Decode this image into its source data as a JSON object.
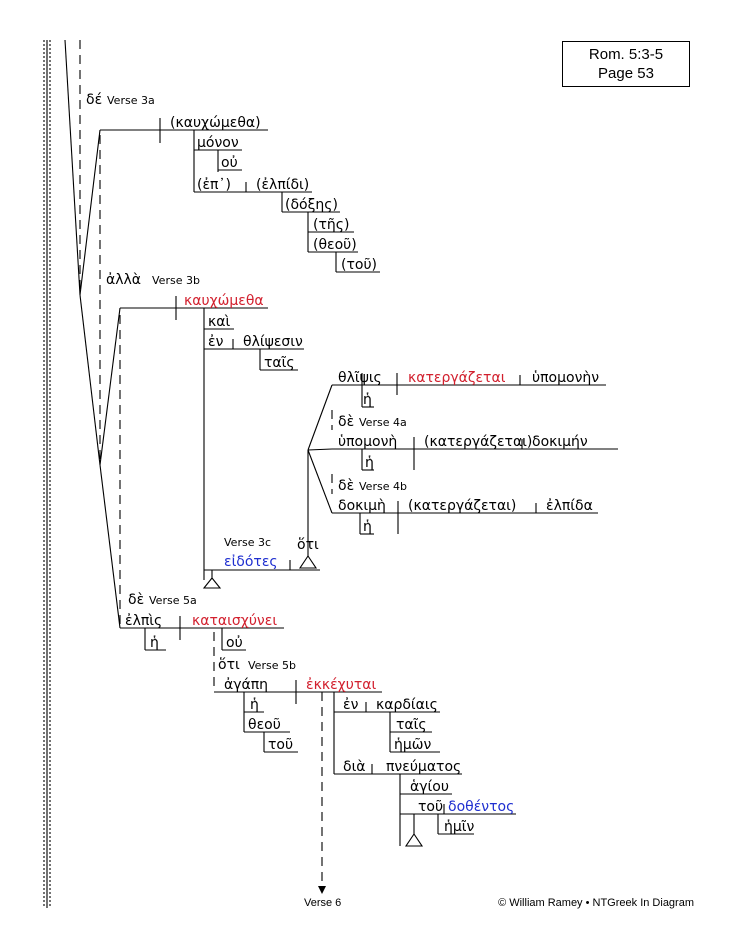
{
  "reference": {
    "passage": "Rom. 5:3-5",
    "page": "Page 53"
  },
  "footer": {
    "copyright": "© William Ramey • NTGreek In Diagram",
    "next_verse": "Verse 6"
  },
  "verses": {
    "v3a": {
      "conj": "δέ",
      "label": "Verse 3a"
    },
    "v3b": {
      "conj": "ἀλλὰ",
      "label": "Verse 3b"
    },
    "v3c": {
      "label": "Verse 3c",
      "conj": "ὅτι"
    },
    "v4a": {
      "conj": "δὲ",
      "label": "Verse 4a"
    },
    "v4b": {
      "conj": "δὲ",
      "label": "Verse 4b"
    },
    "v5a": {
      "conj": "δὲ",
      "label": "Verse 5a"
    },
    "v5b": {
      "conj": "ὅτι",
      "label": "Verse 5b"
    }
  },
  "words": {
    "w_kauch1": "(καυχώμεθα)",
    "w_monon": "μόνον",
    "w_ou1": "οὐ",
    "w_ep": "(ἐπ᾽)",
    "w_elpidi": "(ἐλπίδι)",
    "w_doxes": "(δόξης)",
    "w_tes": "(τῆς)",
    "w_theou1": "(θεοῦ)",
    "w_tou1": "(τοῦ)",
    "w_kauch2": "καυχώμεθα",
    "w_kai": "καὶ",
    "w_en1": "ἐν",
    "w_thlipsesin": "θλίψεσιν",
    "w_tais1": "ταῖς",
    "w_thlipsis": "θλῖψις",
    "w_katerg1": "κατεργάζεται",
    "w_hypomonen": "ὑπομονὴν",
    "w_he1": "ἡ",
    "w_hypomone": "ὑπομονὴ",
    "w_katerg2": "(κατεργάζεται)",
    "w_dokimen": "δοκιμήν",
    "w_he2": "ἡ",
    "w_dokime": "δοκιμὴ",
    "w_katerg3": "(κατεργάζεται)",
    "w_elpida": "ἐλπίδα",
    "w_he3": "ἡ",
    "w_eidotes": "εἰδότες",
    "w_elpis": "ἐλπὶς",
    "w_kataischynei": "καταισχύνει",
    "w_he4": "ἡ",
    "w_ou2": "οὐ",
    "w_agape": "ἀγάπη",
    "w_ekkechytai": "ἐκκέχυται",
    "w_he5": "ἡ",
    "w_theou2": "θεοῦ",
    "w_tou2": "τοῦ",
    "w_en2": "ἐν",
    "w_kardiais": "καρδίαις",
    "w_tais2": "ταῖς",
    "w_hemon": "ἡμῶν",
    "w_dia": "διὰ",
    "w_pneumatos": "πνεύματος",
    "w_hagiou": "ἁγίου",
    "w_tou3": "τοῦ",
    "w_dothentos": "δοθέντος",
    "w_hemin": "ἡμῖν"
  },
  "colors": {
    "finite_verb": "#d2202e",
    "participle": "#1f2fd0",
    "lines": "#000000"
  }
}
